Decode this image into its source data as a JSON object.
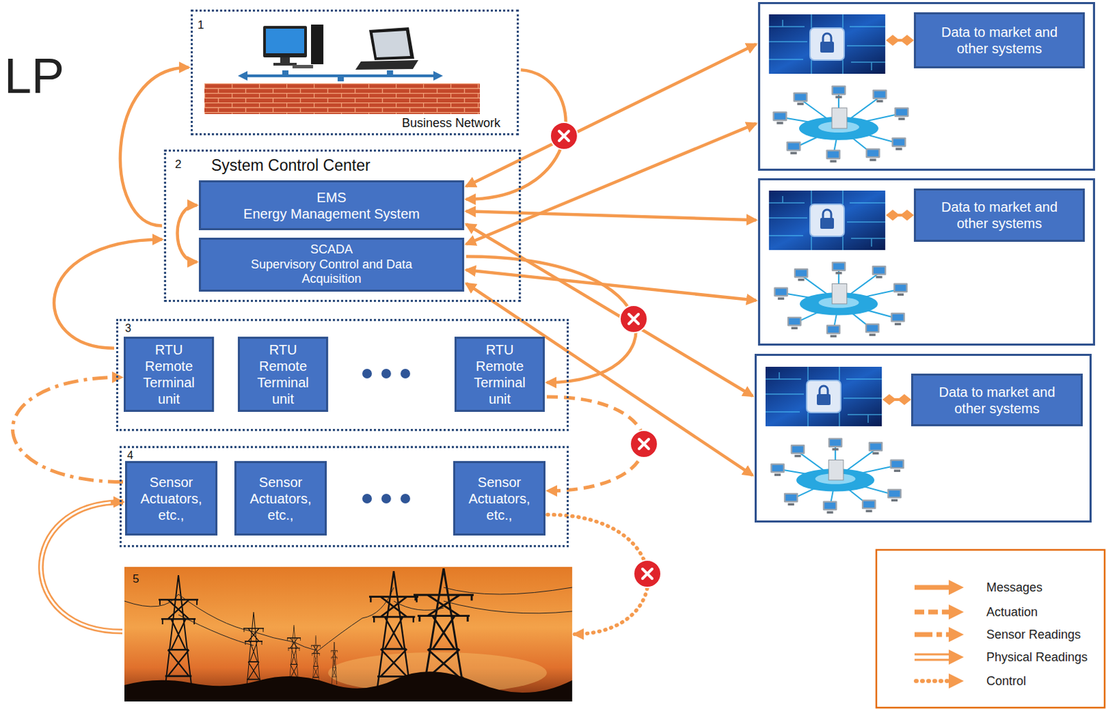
{
  "diagram": {
    "nodes": [
      {
        "text": [
          "1",
          "Business Network"
        ]
      },
      {
        "text": [
          "2",
          "System Control Center"
        ]
      },
      {
        "text": [
          "EMS",
          "Energy Management System"
        ],
        "in": 1
      },
      {
        "text": [
          "SCADA",
          "Supervisory Control and Data Acquisition"
        ],
        "in": 1
      },
      {
        "text": [
          "3"
        ]
      },
      {
        "text": [
          "RTU Remote Terminal unit"
        ],
        "in": 4
      },
      {
        "text": [
          "RTU Remote Terminal unit"
        ],
        "in": 4
      },
      {
        "text": [
          "RTU Remote Terminal unit"
        ],
        "in": 4
      },
      {
        "text": [
          "4"
        ]
      },
      {
        "text": [
          "Sensor Actuators, etc.,"
        ],
        "in": 8
      },
      {
        "text": [
          "Sensor Actuators, etc.,"
        ],
        "in": 8
      },
      {
        "text": [
          "Sensor Actuators, etc.,"
        ],
        "in": 8
      },
      {
        "text": [
          "5"
        ]
      },
      {
        "text": []
      },
      {
        "text": [
          "Data to market and other systems"
        ],
        "in": 13
      },
      {
        "text": []
      },
      {
        "text": [
          "Data to market and other systems"
        ],
        "in": 15
      },
      {
        "text": []
      },
      {
        "text": [
          "Data to market and other systems"
        ],
        "in": 17
      }
    ],
    "edges": [
      {
        "from": 1,
        "to": 0,
        "arrow": "to"
      },
      {
        "from": 2,
        "to": 3,
        "arrow": "both"
      },
      {
        "from": 4,
        "to": 1,
        "arrow": "to"
      },
      {
        "from": 0,
        "to": 2,
        "arrow": "to"
      },
      {
        "from": 3,
        "to": 7,
        "arrow": "to"
      },
      {
        "from": 9,
        "to": 5,
        "arrow": "to"
      },
      {
        "from": 7,
        "to": 11,
        "arrow": "to"
      },
      {
        "from": 11,
        "to": 12,
        "arrow": "to"
      },
      {
        "from": 12,
        "to": 9,
        "arrow": "to"
      },
      {
        "from": 2,
        "to": 13,
        "arrow": "both"
      },
      {
        "from": 3,
        "to": 13,
        "arrow": "both"
      },
      {
        "from": 2,
        "to": 15,
        "arrow": "both"
      },
      {
        "from": 3,
        "to": 15,
        "arrow": "both"
      },
      {
        "from": 2,
        "to": 17,
        "arrow": "both"
      },
      {
        "from": 3,
        "to": 17,
        "arrow": "both"
      }
    ],
    "labels": [
      "LP"
    ],
    "legend": [
      {
        "text": "Messages"
      },
      {
        "text": "Actuation"
      },
      {
        "text": "Sensor Readings"
      },
      {
        "text": "Physical Readings"
      },
      {
        "text": "Control"
      }
    ]
  }
}
